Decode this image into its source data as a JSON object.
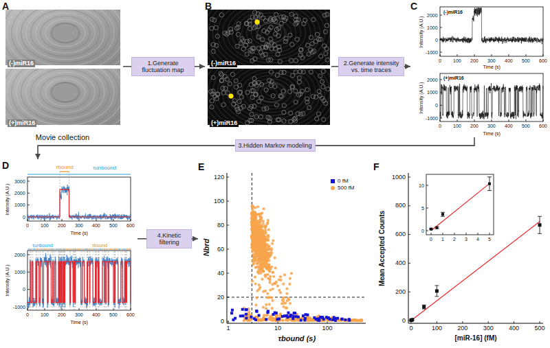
{
  "diagram": {
    "nodes": [
      {
        "text": [
          "A",
          "Movie collection"
        ]
      },
      {
        "text": [
          "(-)miR16"
        ],
        "in": 0
      },
      {
        "text": [
          "(+)miR16"
        ],
        "in": 0
      },
      {
        "text": [
          "1.Generate fluctuation map"
        ]
      },
      {
        "text": [
          "B"
        ]
      },
      {
        "text": [
          "(-)miR16"
        ],
        "in": 4
      },
      {
        "text": [
          "(+)miR16"
        ],
        "in": 4
      },
      {
        "text": [
          "2.Generate intensity vs. time traces"
        ]
      },
      {
        "text": [
          "C"
        ]
      },
      {
        "text": [
          "3.Hidden Markov modeling"
        ]
      },
      {
        "text": [
          "D"
        ]
      },
      {
        "text": [
          "4.Kinetic filtering"
        ]
      },
      {
        "text": [
          "E"
        ]
      },
      {
        "text": [
          "F"
        ]
      }
    ],
    "edges": [
      {
        "from": 0,
        "to": 3,
        "arrow": "none"
      },
      {
        "from": 3,
        "to": 4,
        "arrow": "to"
      },
      {
        "from": 4,
        "to": 7,
        "arrow": "none"
      },
      {
        "from": 7,
        "to": 8,
        "arrow": "to"
      },
      {
        "from": 8,
        "to": 9,
        "arrow": "none"
      },
      {
        "from": 9,
        "to": 10,
        "arrow": "to"
      },
      {
        "from": 10,
        "to": 11,
        "arrow": "none"
      },
      {
        "from": 11,
        "to": 12,
        "arrow": "to"
      }
    ],
    "labels": [
      "Intensity (A.U.)",
      "2000",
      "1000",
      "0",
      "-1000",
      "0",
      "100",
      "200",
      "300",
      "400",
      "500",
      "600",
      "Time (s)",
      "(-)miR16",
      "Intensity (A.U.)",
      "2000",
      "1000",
      "0",
      "-1000",
      "0",
      "100",
      "200",
      "300",
      "400",
      "500",
      "600",
      "Time (s)",
      "(+)miR16",
      "Intensity (A.U.)",
      "3000",
      "2000",
      "1000",
      "0",
      "0",
      "100",
      "200",
      "300",
      "400",
      "500",
      "600",
      "Time (s)",
      "τbound",
      "τunbound",
      "Intensity (A.U.)",
      "2000",
      "1000",
      "0",
      "-1000",
      "0",
      "100",
      "200",
      "300",
      "400",
      "500",
      "600",
      "Time (s)",
      "τunbound",
      "τbound",
      "Nbrd",
      "120",
      "100",
      "80",
      "60",
      "40",
      "20",
      "0",
      "1",
      "10",
      "100",
      "τbound (s)",
      "Mean Accepted Counts",
      "1000",
      "800",
      "600",
      "400",
      "200",
      "0",
      "0",
      "100",
      "200",
      "300",
      "400",
      "500",
      "[miR-16] (fM)",
      "10",
      "5",
      "0",
      "0",
      "1",
      "2",
      "3",
      "4",
      "5"
    ],
    "legend": [
      {
        "text": "0 fM",
        "color": "#1515d6"
      },
      {
        "text": "500 fM",
        "color": "#f7a44c"
      }
    ]
  }
}
